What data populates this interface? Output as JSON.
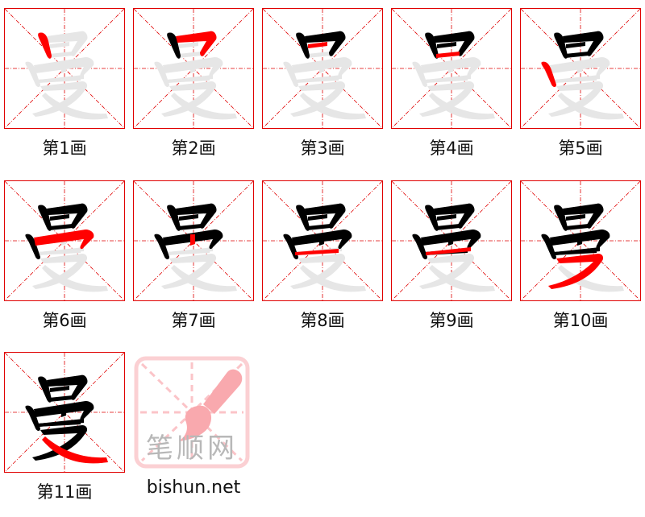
{
  "character": "曼",
  "total_strokes": 11,
  "colors": {
    "grid_border": "#e00000",
    "guide_lines": "#e00000",
    "current_stroke": "#ff0000",
    "done_strokes": "#000000",
    "ghost_character": "#e6e6e6",
    "logo_pink": "#f9b4b8",
    "logo_text": "#b8b8b8"
  },
  "steps": [
    {
      "label": "第1画",
      "stroke": 1
    },
    {
      "label": "第2画",
      "stroke": 2
    },
    {
      "label": "第3画",
      "stroke": 3
    },
    {
      "label": "第4画",
      "stroke": 4
    },
    {
      "label": "第5画",
      "stroke": 5
    },
    {
      "label": "第6画",
      "stroke": 6
    },
    {
      "label": "第7画",
      "stroke": 7
    },
    {
      "label": "第8画",
      "stroke": 8
    },
    {
      "label": "第9画",
      "stroke": 9
    },
    {
      "label": "第10画",
      "stroke": 10
    },
    {
      "label": "第11画",
      "stroke": 11
    }
  ],
  "logo": {
    "text": "笔顺网",
    "icon": "brush-icon"
  },
  "site": "bishun.net"
}
